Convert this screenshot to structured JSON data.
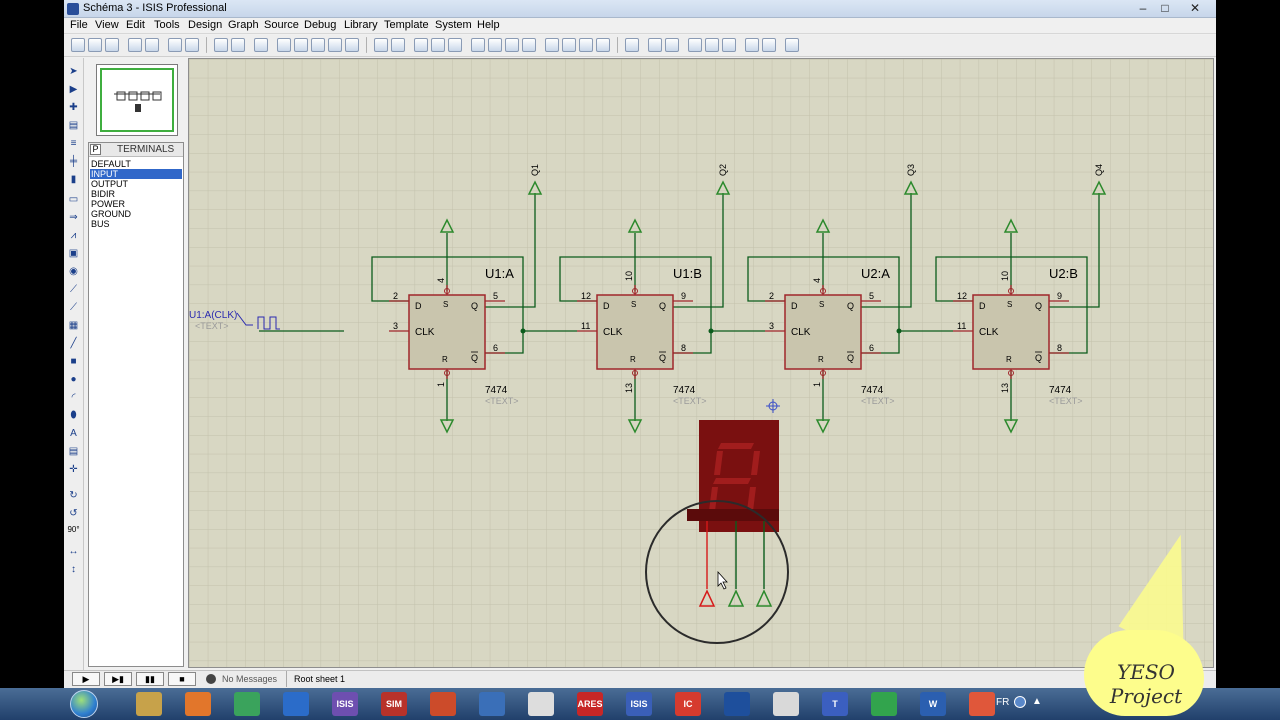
{
  "window": {
    "title": "Schéma 3 - ISIS Professional",
    "controls": [
      "–",
      "□",
      "✕"
    ]
  },
  "menubar": [
    "File",
    "View",
    "Edit",
    "Tools",
    "Design",
    "Graph",
    "Source",
    "Debug",
    "Library",
    "Template",
    "System",
    "Help"
  ],
  "device_panel": {
    "toggle": "P",
    "header": "TERMINALS",
    "items": [
      "DEFAULT",
      "INPUT",
      "OUTPUT",
      "BIDIR",
      "POWER",
      "GROUND",
      "BUS"
    ],
    "selected_index": 1
  },
  "left_tools": {
    "rotation": "90°"
  },
  "schematic": {
    "clock_label": "U1:A(CLK)",
    "placeholder": "<TEXT>",
    "flipflops": [
      {
        "ref": "U1:A",
        "part": "7474",
        "d_pin": "2",
        "clk_pin": "3",
        "s_pin": "4",
        "r_pin": "1",
        "q_pin": "5",
        "qn_pin": "6",
        "out": "Q1"
      },
      {
        "ref": "U1:B",
        "part": "7474",
        "d_pin": "12",
        "clk_pin": "11",
        "s_pin": "10",
        "r_pin": "13",
        "q_pin": "9",
        "qn_pin": "8",
        "out": "Q2"
      },
      {
        "ref": "U2:A",
        "part": "7474",
        "d_pin": "2",
        "clk_pin": "3",
        "s_pin": "4",
        "r_pin": "1",
        "q_pin": "5",
        "qn_pin": "6",
        "out": "Q3"
      },
      {
        "ref": "U2:B",
        "part": "7474",
        "d_pin": "12",
        "clk_pin": "11",
        "s_pin": "10",
        "r_pin": "13",
        "q_pin": "9",
        "qn_pin": "8",
        "out": "Q4"
      }
    ],
    "pin_names": {
      "d": "D",
      "s": "S",
      "q": "Q",
      "clk": "CLK",
      "r": "R",
      "qn": "Q"
    }
  },
  "statusbar": {
    "messages": "No Messages",
    "sheet": "Root sheet 1"
  },
  "taskbar": {
    "icons": [
      "",
      "",
      "",
      "",
      "ISIS",
      "SIM",
      "",
      "",
      "",
      "ARES",
      "ISIS",
      "IC",
      "",
      "",
      "T",
      "",
      "W",
      ""
    ],
    "tray_lang": "FR"
  },
  "watermark": {
    "line1": "YESO",
    "line2": "Project"
  },
  "colors": {
    "canvas": "#d8d7c3",
    "grid": "#c7c6b1",
    "wire": "#0c5c1c",
    "component_body": "#c9c5ad",
    "component_border": "#a0262b",
    "terminal": "#2d8a2d",
    "display_body": "#7a1010",
    "display_segment": "#a11d1d",
    "selection": "#3067c9"
  }
}
